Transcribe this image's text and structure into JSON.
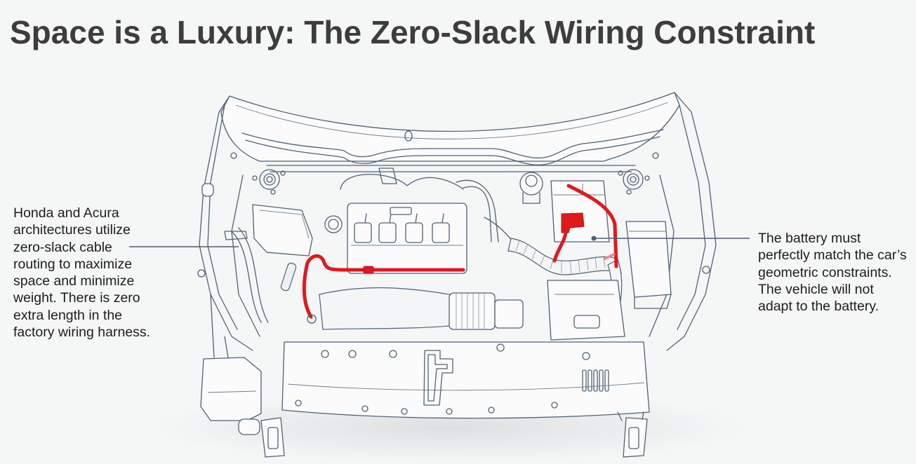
{
  "title": "Space is a Luxury: The Zero-Slack Wiring Constraint",
  "callouts": {
    "left": {
      "text": "Honda and Acura architectures utilize zero-slack cable routing to maximize space and minimize weight. There is zero extra length in the factory wiring harness.",
      "target": "engine-bay-wiring-harness"
    },
    "right": {
      "text": "The battery must perfectly match the car’s geometric constraints. The vehicle will not adapt to the battery.",
      "target": "battery"
    }
  },
  "illustration": {
    "subject": "car engine bay line drawing (hood open, top-front view)",
    "highlight_color": "#e0191c",
    "line_color": "#4f6278",
    "highlighted_parts": [
      "wiring-harness-cable",
      "battery-positive-terminal-cover",
      "battery-cable"
    ]
  }
}
